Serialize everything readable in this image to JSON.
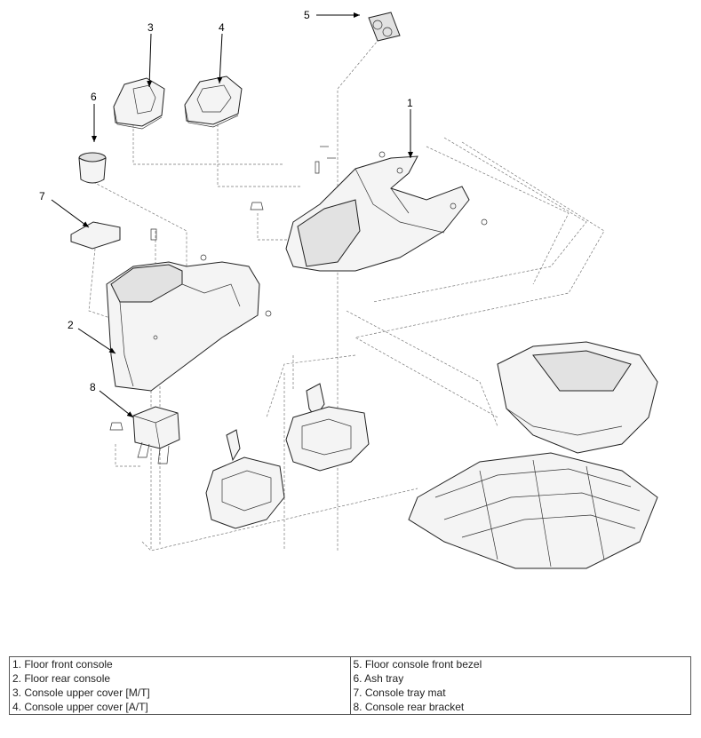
{
  "callouts": [
    "1",
    "2",
    "3",
    "4",
    "5",
    "6",
    "7",
    "8"
  ],
  "legend": [
    [
      "1. Floor front console",
      "5. Floor console front bezel"
    ],
    [
      "2. Floor rear console",
      "6. Ash tray"
    ],
    [
      "3. Console upper cover [M/T]",
      "7. Console tray mat"
    ],
    [
      "4. Console upper cover [A/T]",
      "8. Console rear bracket"
    ]
  ]
}
